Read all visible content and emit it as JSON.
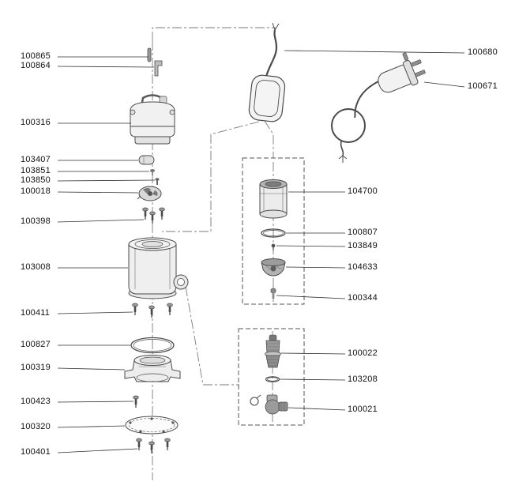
{
  "labels": {
    "left": [
      "100865",
      "100864",
      "100316",
      "103407",
      "103851",
      "103850",
      "100018",
      "100398",
      "103008",
      "100411",
      "100827",
      "100319",
      "100423",
      "100320",
      "100401"
    ],
    "right_outer": [
      "100680",
      "100671"
    ],
    "right_inner": [
      "104700",
      "100807",
      "103849",
      "104633",
      "100344",
      "100022",
      "103208",
      "100021"
    ]
  },
  "colors": {
    "background": "#ffffff",
    "line": "#4a4a4a",
    "label_text": "#111111"
  }
}
